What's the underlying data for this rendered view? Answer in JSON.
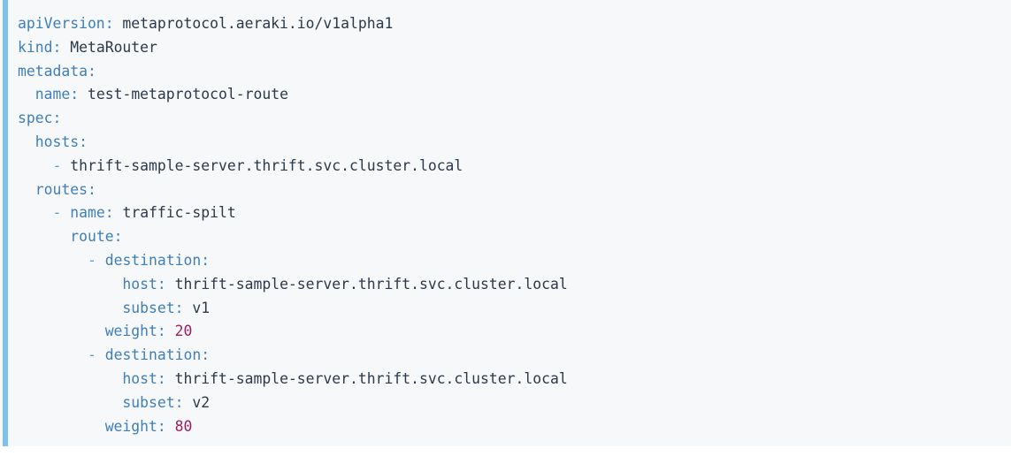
{
  "code_block": {
    "language": "yaml",
    "accent_color": "#7fc1ee",
    "background_color": "#f7f8fa",
    "key_color": "#3f7fb8",
    "value_color": "#2b3a4a",
    "number_color": "#9b1d5e",
    "lines": [
      {
        "indent": "",
        "dash": "",
        "key": "apiVersion",
        "colon": ":",
        "value": " metaprotocol.aeraki.io/v1alpha1",
        "value_type": "string"
      },
      {
        "indent": "",
        "dash": "",
        "key": "kind",
        "colon": ":",
        "value": " MetaRouter",
        "value_type": "string"
      },
      {
        "indent": "",
        "dash": "",
        "key": "metadata",
        "colon": ":",
        "value": "",
        "value_type": "none"
      },
      {
        "indent": "  ",
        "dash": "",
        "key": "name",
        "colon": ":",
        "value": " test-metaprotocol-route",
        "value_type": "string"
      },
      {
        "indent": "",
        "dash": "",
        "key": "spec",
        "colon": ":",
        "value": "",
        "value_type": "none"
      },
      {
        "indent": "  ",
        "dash": "",
        "key": "hosts",
        "colon": ":",
        "value": "",
        "value_type": "none"
      },
      {
        "indent": "    ",
        "dash": "- ",
        "key": "",
        "colon": "",
        "value": "thrift-sample-server.thrift.svc.cluster.local",
        "value_type": "string"
      },
      {
        "indent": "  ",
        "dash": "",
        "key": "routes",
        "colon": ":",
        "value": "",
        "value_type": "none"
      },
      {
        "indent": "    ",
        "dash": "- ",
        "key": "name",
        "colon": ":",
        "value": " traffic-spilt",
        "value_type": "string"
      },
      {
        "indent": "      ",
        "dash": "",
        "key": "route",
        "colon": ":",
        "value": "",
        "value_type": "none"
      },
      {
        "indent": "        ",
        "dash": "- ",
        "key": "destination",
        "colon": ":",
        "value": "",
        "value_type": "none"
      },
      {
        "indent": "            ",
        "dash": "",
        "key": "host",
        "colon": ":",
        "value": " thrift-sample-server.thrift.svc.cluster.local",
        "value_type": "string"
      },
      {
        "indent": "            ",
        "dash": "",
        "key": "subset",
        "colon": ":",
        "value": " v1",
        "value_type": "string"
      },
      {
        "indent": "          ",
        "dash": "",
        "key": "weight",
        "colon": ":",
        "value": " 20",
        "value_type": "number"
      },
      {
        "indent": "        ",
        "dash": "- ",
        "key": "destination",
        "colon": ":",
        "value": "",
        "value_type": "none"
      },
      {
        "indent": "            ",
        "dash": "",
        "key": "host",
        "colon": ":",
        "value": " thrift-sample-server.thrift.svc.cluster.local",
        "value_type": "string"
      },
      {
        "indent": "            ",
        "dash": "",
        "key": "subset",
        "colon": ":",
        "value": " v2",
        "value_type": "string"
      },
      {
        "indent": "          ",
        "dash": "",
        "key": "weight",
        "colon": ":",
        "value": " 80",
        "value_type": "number"
      }
    ]
  }
}
